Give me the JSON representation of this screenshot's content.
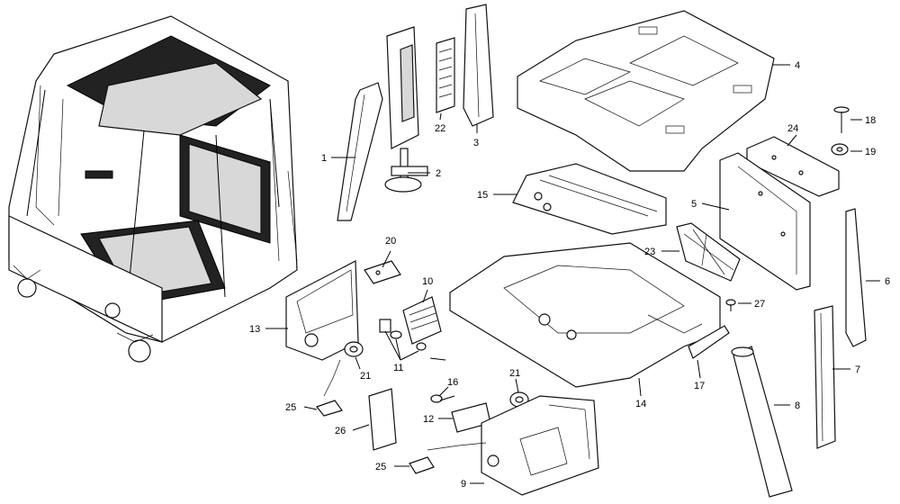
{
  "diagram": {
    "callouts": [
      {
        "id": "1",
        "label": "1"
      },
      {
        "id": "2",
        "label": "2"
      },
      {
        "id": "3",
        "label": "3"
      },
      {
        "id": "4",
        "label": "4"
      },
      {
        "id": "5",
        "label": "5"
      },
      {
        "id": "6",
        "label": "6"
      },
      {
        "id": "7",
        "label": "7"
      },
      {
        "id": "8",
        "label": "8"
      },
      {
        "id": "9",
        "label": "9"
      },
      {
        "id": "10",
        "label": "10"
      },
      {
        "id": "11",
        "label": "11"
      },
      {
        "id": "12",
        "label": "12"
      },
      {
        "id": "13",
        "label": "13"
      },
      {
        "id": "14",
        "label": "14"
      },
      {
        "id": "15",
        "label": "15"
      },
      {
        "id": "16",
        "label": "16"
      },
      {
        "id": "17",
        "label": "17"
      },
      {
        "id": "18",
        "label": "18"
      },
      {
        "id": "19",
        "label": "19"
      },
      {
        "id": "20",
        "label": "20"
      },
      {
        "id": "21a",
        "label": "21"
      },
      {
        "id": "21b",
        "label": "21"
      },
      {
        "id": "22",
        "label": "22"
      },
      {
        "id": "23",
        "label": "23"
      },
      {
        "id": "24",
        "label": "24"
      },
      {
        "id": "25a",
        "label": "25"
      },
      {
        "id": "25b",
        "label": "25"
      },
      {
        "id": "26",
        "label": "26"
      },
      {
        "id": "27",
        "label": "27"
      }
    ]
  }
}
